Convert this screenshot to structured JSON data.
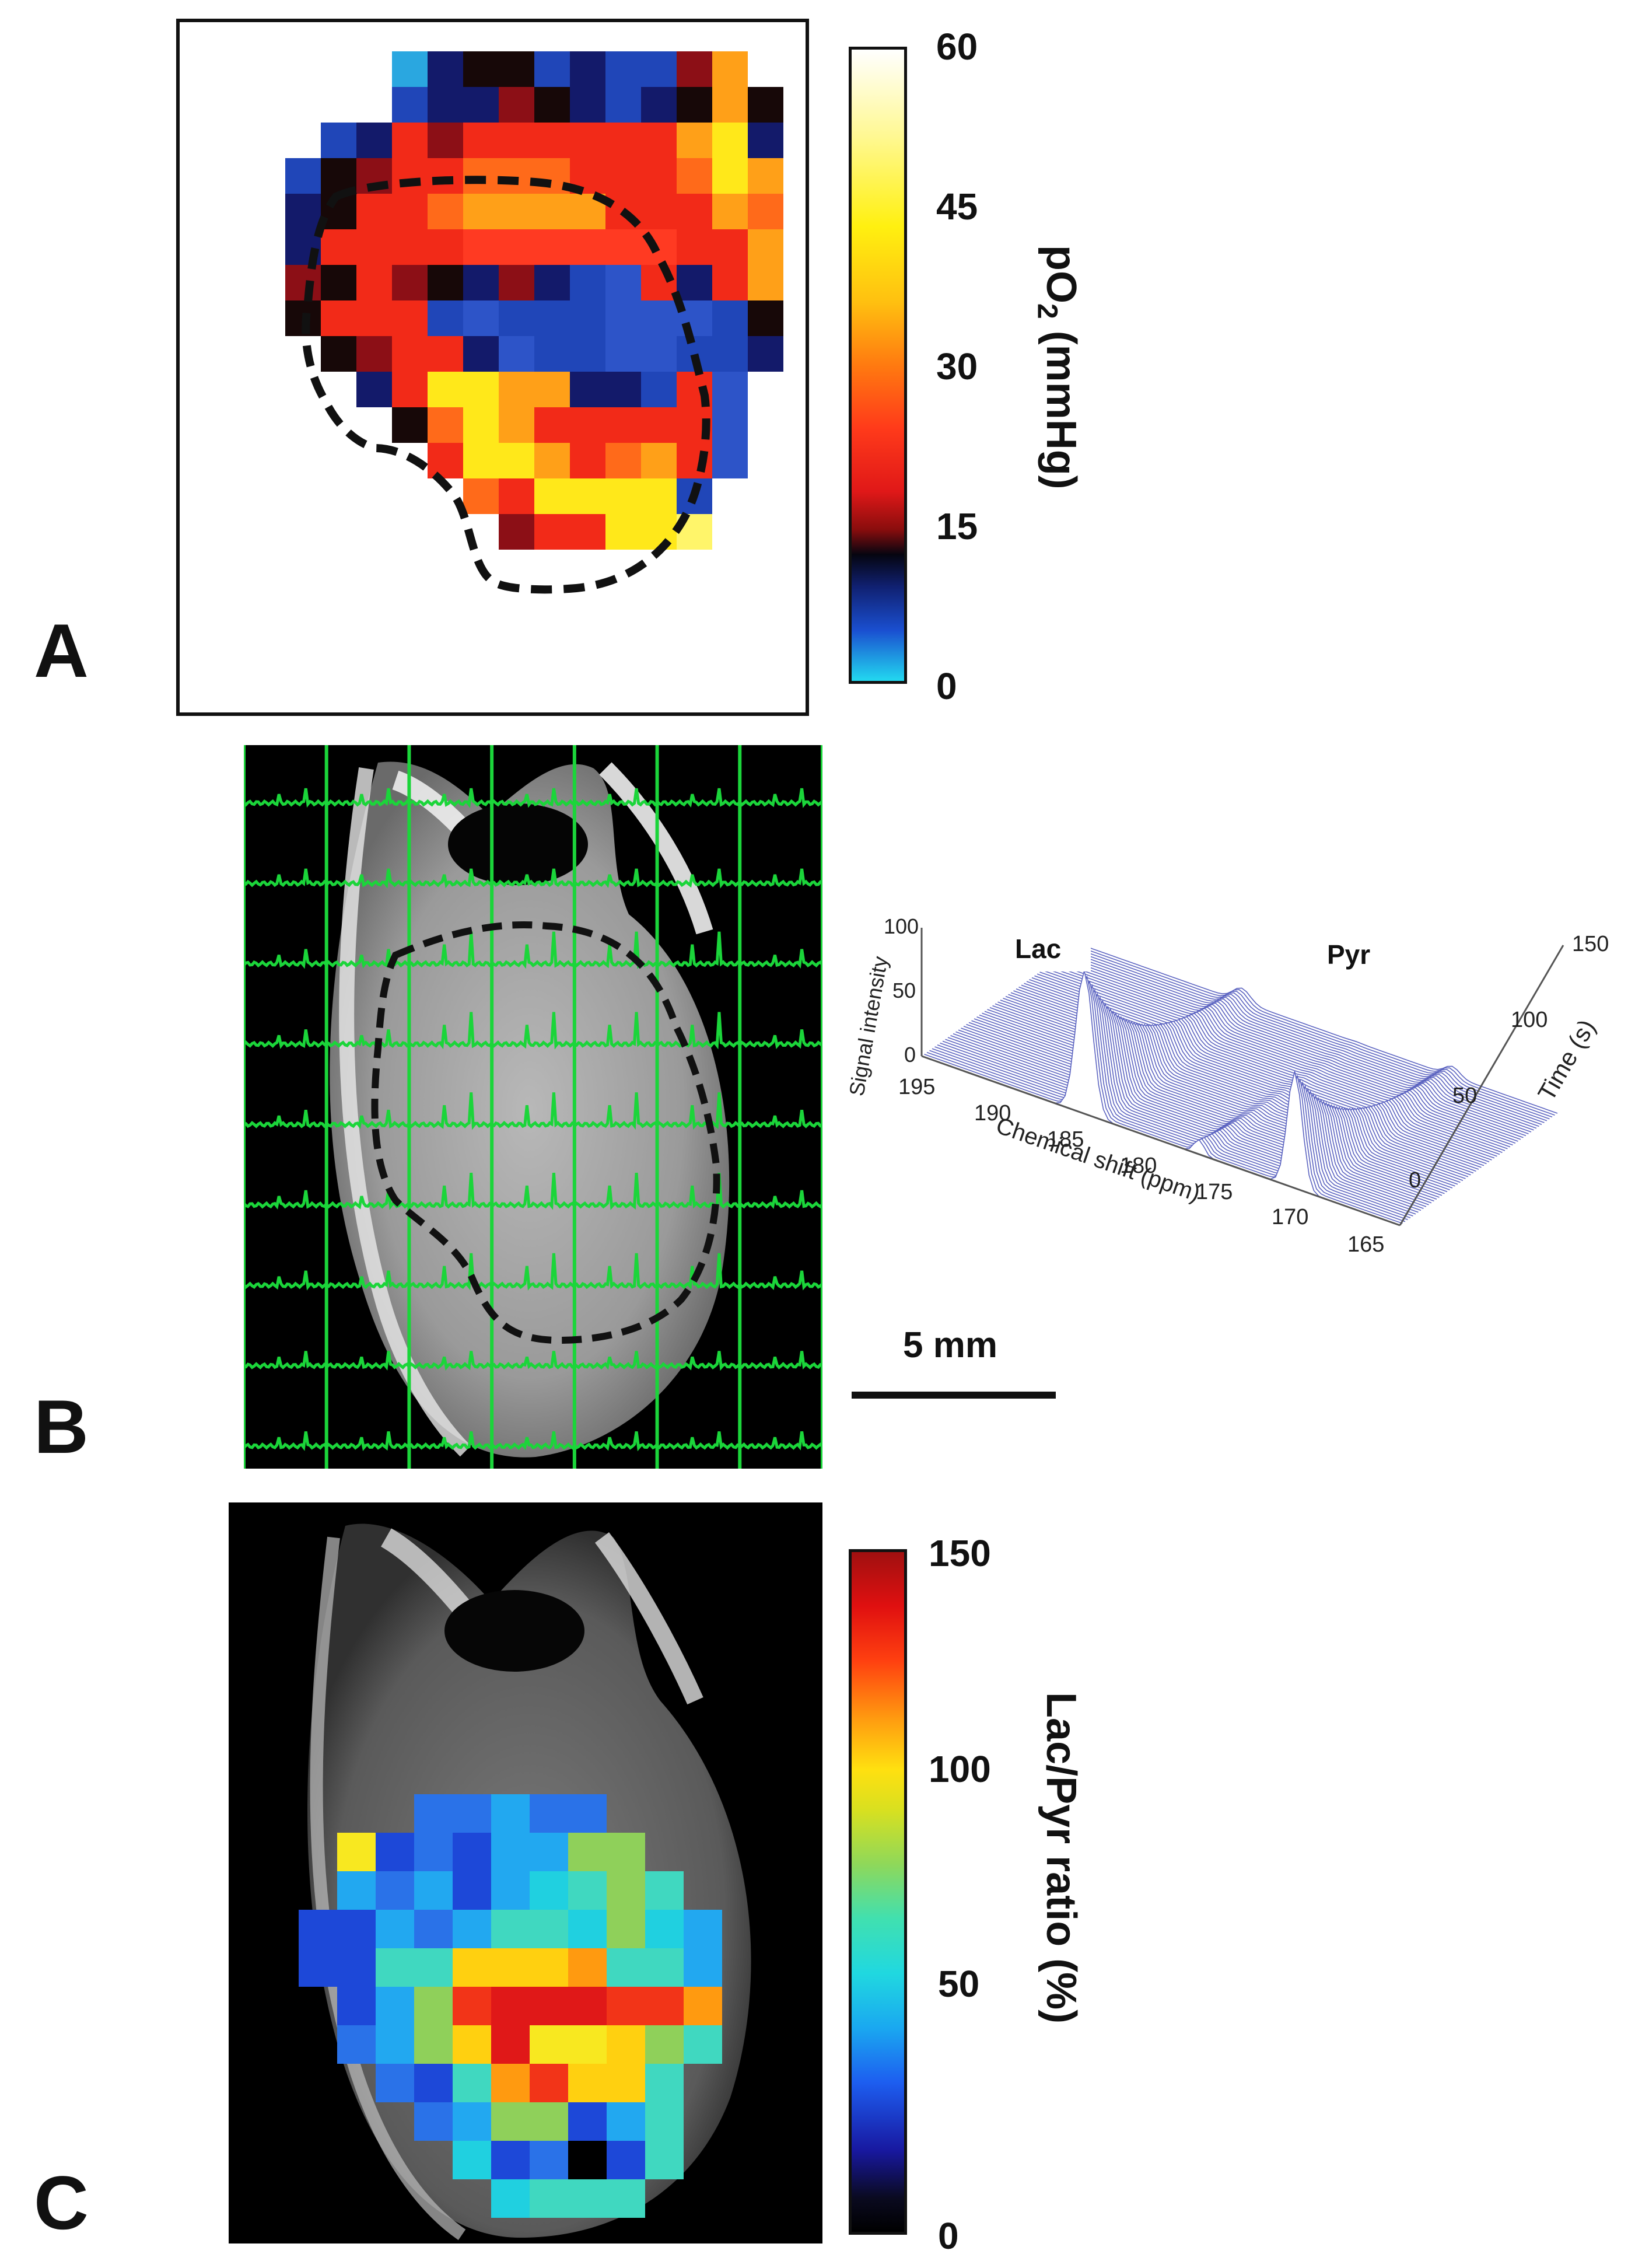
{
  "panels": {
    "a": {
      "letter": "A",
      "colorbar": {
        "ticks": [
          "60",
          "45",
          "30",
          "15",
          "0"
        ],
        "label_main": "pO",
        "label_sub": "2",
        "label_unit": " (mmHg)",
        "max": 60,
        "min": 0
      }
    },
    "b": {
      "letter": "B",
      "scalebar": {
        "label": "5 mm"
      },
      "spectrum_plot": {
        "ylabel": "Signal intensity",
        "xlabel": "Chemical shift (ppm)",
        "zlabel": "Time (s)",
        "peak_lac": "Lac",
        "peak_pyr": "Pyr",
        "y_ticks": [
          "100",
          "50",
          "0"
        ],
        "x_ticks": [
          "195",
          "190",
          "185",
          "180",
          "175",
          "170",
          "165"
        ],
        "z_ticks": [
          "150",
          "100",
          "50",
          "0"
        ]
      }
    },
    "c": {
      "letter": "C",
      "colorbar": {
        "ticks": [
          "150",
          "100",
          "50",
          "0"
        ],
        "label": "Lac/Pyr ratio (%)",
        "max": 150,
        "min": 0
      }
    }
  },
  "colors": {
    "grid_green": "#1bd53a",
    "contour": "#111111",
    "spectrum_blue": "#5b63c0"
  }
}
